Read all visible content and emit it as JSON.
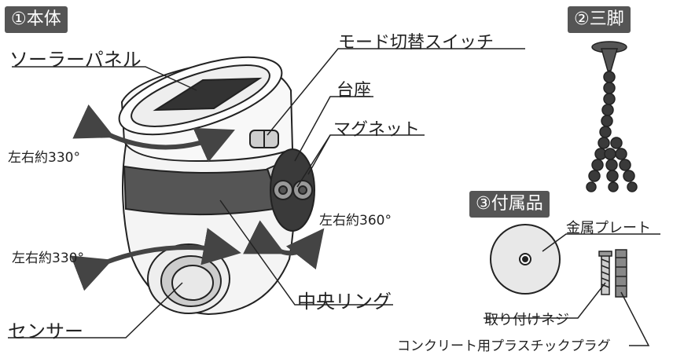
{
  "sections": {
    "body": "①本体",
    "tripod": "②三脚",
    "accessories": "③付属品"
  },
  "labels": {
    "solar_panel": "ソーラーパネル",
    "mode_switch": "モード切替スイッチ",
    "base": "台座",
    "magnet": "マグネット",
    "rot_top": "左右約330°",
    "rot_mount": "左右約360°",
    "rot_bottom": "左右約330°",
    "center_ring": "中央リング",
    "sensor": "センサー",
    "metal_plate": "金属プレート",
    "screw": "取り付けネジ",
    "plug": "コンクリート用プラスチックプラグ"
  },
  "colors": {
    "tag_bg": "#555555",
    "line": "#222222",
    "ring": "#555555",
    "arrow": "#444444"
  }
}
